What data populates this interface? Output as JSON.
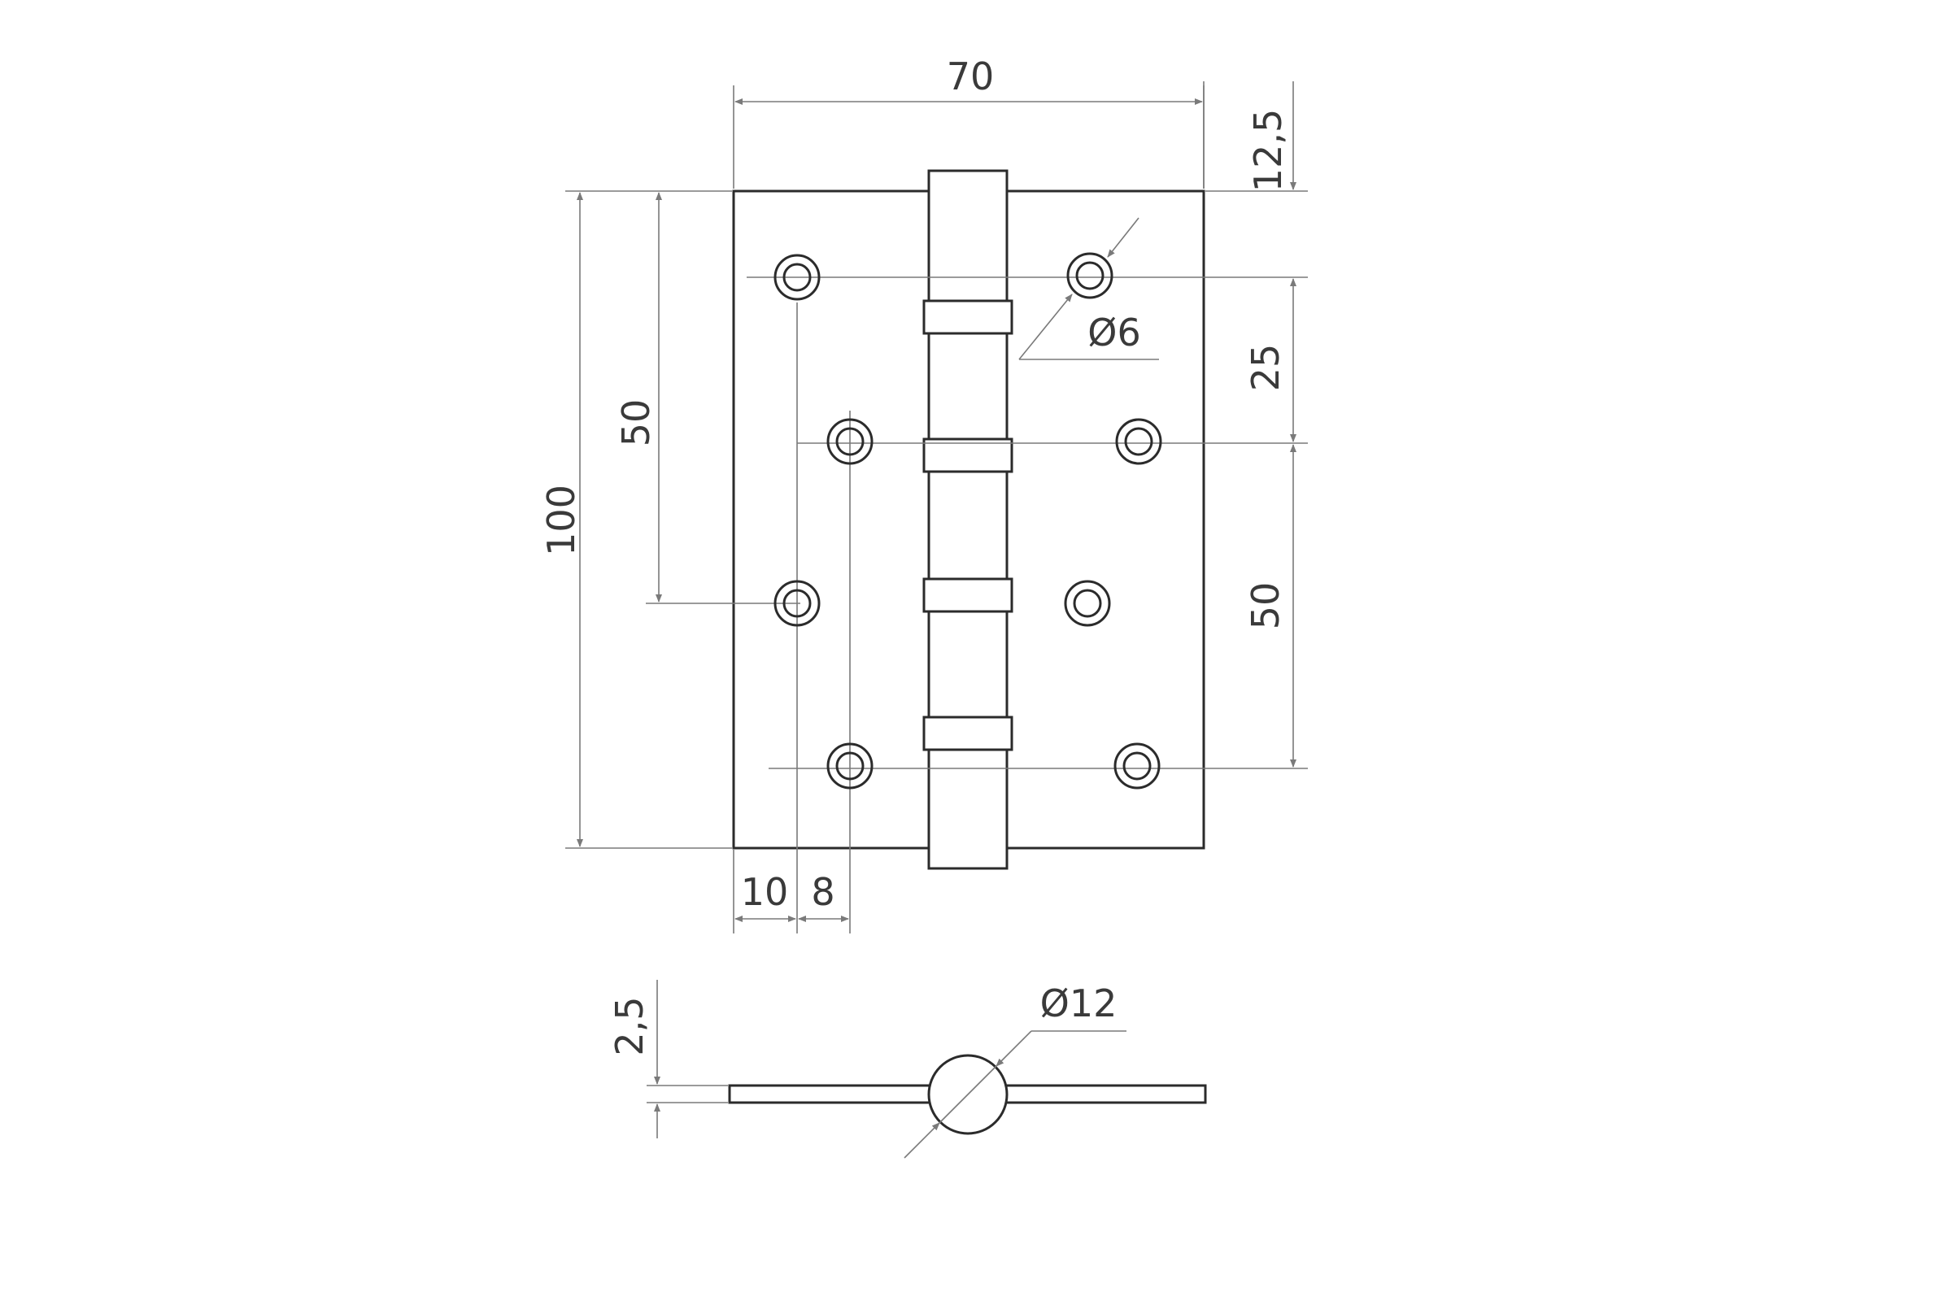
{
  "drawing": {
    "plan_view": {
      "overall_width": "70",
      "overall_height": "100",
      "top_offset": "12,5",
      "hole_pitch_right": "25",
      "hole_span_right": "50",
      "hole_span_left": "50",
      "hole_diameter": "Ø6",
      "edge_to_hole": "10",
      "hole_offset": "8"
    },
    "side_view": {
      "plate_thickness": "2,5",
      "knuckle_diameter": "Ø12"
    }
  }
}
